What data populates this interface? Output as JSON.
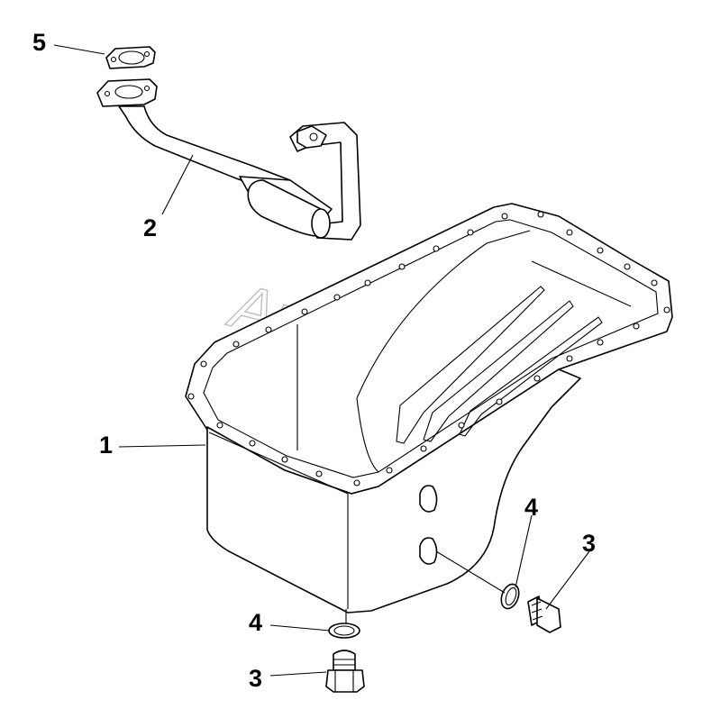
{
  "callouts": {
    "c1": "1",
    "c2": "2",
    "c3a": "3",
    "c3b": "3",
    "c4a": "4",
    "c4b": "4",
    "c5": "5"
  },
  "watermark": "AutoSoft"
}
